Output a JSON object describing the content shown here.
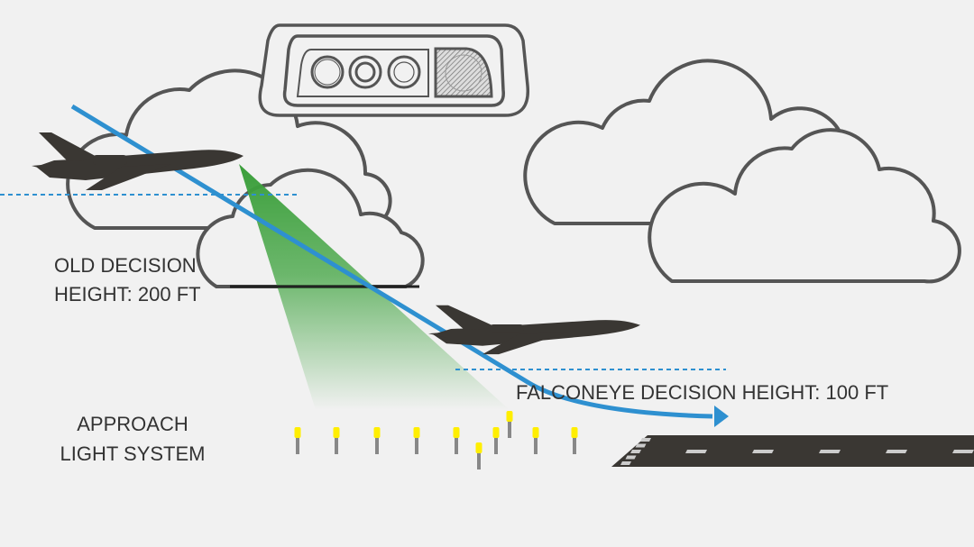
{
  "labels": {
    "old_decision_line1": "OLD DECISION",
    "old_decision_line2": "HEIGHT: 200 FT",
    "falconeye": "FALCONEYE DECISION HEIGHT: 100 FT",
    "approach_line1": "APPROACH",
    "approach_line2": "LIGHT SYSTEM"
  },
  "colors": {
    "background": "#f1f1f1",
    "path": "#2e90d0",
    "beam": "#3a9e3a",
    "aircraft": "#3a3733",
    "light": "#ffee00",
    "runway": "#3a3733"
  }
}
